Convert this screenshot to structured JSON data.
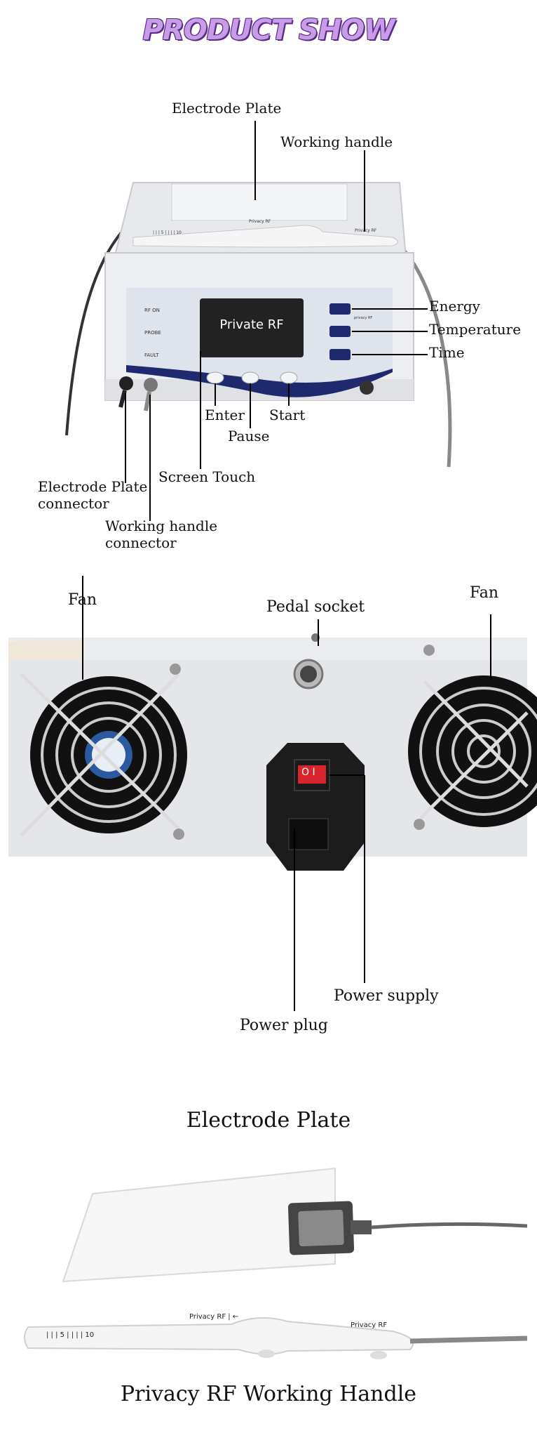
{
  "header": {
    "title": "PRODUCT SHOW"
  },
  "front_view": {
    "screen_text": "Private RF",
    "panel_indicators": [
      "RF ON",
      "PROBE",
      "FAULT"
    ],
    "handle_brand": "Privacy RF",
    "panel_brand": "privacy RF",
    "handle_scale": "| | | 5 | | | | 10",
    "labels": {
      "electrode_plate": "Electrode Plate",
      "working_handle": "Working handle",
      "energy": "Energy",
      "temperature": "Temperature",
      "time": "Time",
      "enter": "Enter",
      "pause": "Pause",
      "start": "Start",
      "screen_touch": "Screen Touch",
      "electrode_plate_connector_1": "Electrode Plate",
      "electrode_plate_connector_2": "connector",
      "working_handle_connector_1": "Working handle",
      "working_handle_connector_2": "connector"
    }
  },
  "back_view": {
    "labels": {
      "fan_left": "Fan",
      "fan_right": "Fan",
      "pedal_socket": "Pedal socket",
      "power_supply": "Power supply",
      "power_plug": "Power plug"
    },
    "switch_marks": "O  I"
  },
  "electrode_section": {
    "title": "Electrode Plate"
  },
  "handle_section": {
    "title": "Privacy RF Working Handle",
    "handle_text_1": "Privacy RF | ←",
    "handle_text_2": "Privacy RF",
    "handle_scale": "| | | 5 | | | | 10"
  },
  "colors": {
    "title_fill": "#c89ce6",
    "title_outline": "#5a2a86",
    "panel_blue": "#1f2a6e",
    "switch_red": "#d8242c"
  }
}
